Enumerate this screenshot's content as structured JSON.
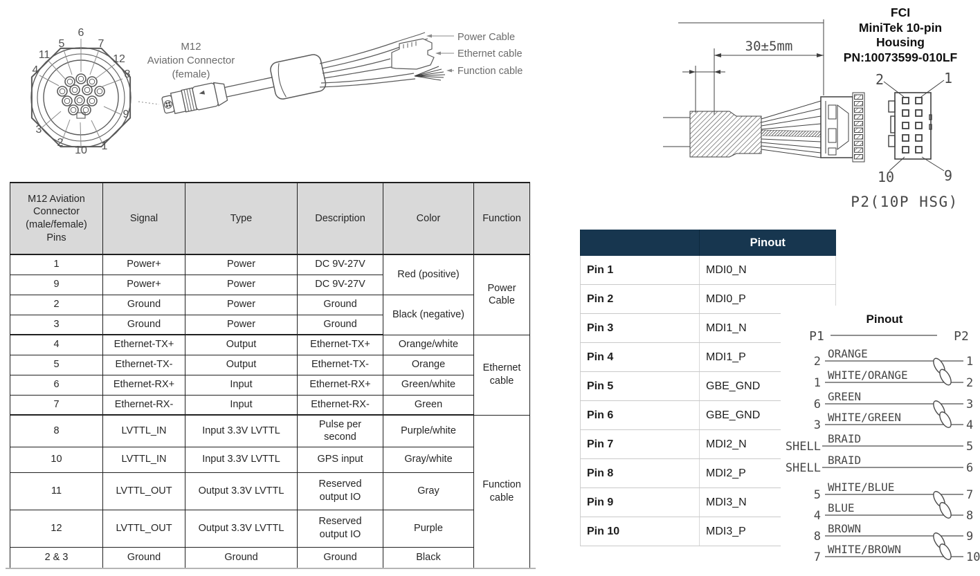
{
  "colors": {
    "table_header_bg": "#d9d9d9",
    "pinout_header_bg": "#17364f",
    "line_art": "#4a4a4a",
    "label_gray": "#6b6b6b",
    "border_dark": "#1f1f1f"
  },
  "left_diagram": {
    "title_lines": [
      "M12",
      "Aviation Connector",
      "(female)"
    ],
    "pin_labels": [
      "6",
      "5",
      "7",
      "11",
      "12",
      "4",
      "8",
      "3",
      "9",
      "2",
      "10",
      "1"
    ],
    "cable_labels": [
      "Power Cable",
      "Ethernet cable",
      "Function cable"
    ]
  },
  "m12_table": {
    "headers": {
      "pins": "M12 Aviation\nConnector\n(male/female)\nPins",
      "signal": "Signal",
      "type": "Type",
      "description": "Description",
      "color": "Color",
      "function": "Function"
    },
    "rows": [
      {
        "pin": "1",
        "signal": "Power+",
        "type": "Power",
        "desc": "DC 9V-27V"
      },
      {
        "pin": "9",
        "signal": "Power+",
        "type": "Power",
        "desc": "DC 9V-27V"
      },
      {
        "pin": "2",
        "signal": "Ground",
        "type": "Power",
        "desc": "Ground"
      },
      {
        "pin": "3",
        "signal": "Ground",
        "type": "Power",
        "desc": "Ground"
      },
      {
        "pin": "4",
        "signal": "Ethernet-TX+",
        "type": "Output",
        "desc": "Ethernet-TX+",
        "color": "Orange/white"
      },
      {
        "pin": "5",
        "signal": "Ethernet-TX-",
        "type": "Output",
        "desc": "Ethernet-TX-",
        "color": "Orange"
      },
      {
        "pin": "6",
        "signal": "Ethernet-RX+",
        "type": "Input",
        "desc": "Ethernet-RX+",
        "color": "Green/white"
      },
      {
        "pin": "7",
        "signal": "Ethernet-RX-",
        "type": "Input",
        "desc": "Ethernet-RX-",
        "color": "Green"
      },
      {
        "pin": "8",
        "signal": "LVTTL_IN",
        "type": "Input 3.3V LVTTL",
        "desc": "Pulse per\nsecond",
        "color": "Purple/white"
      },
      {
        "pin": "10",
        "signal": "LVTTL_IN",
        "type": "Input 3.3V LVTTL",
        "desc": "GPS input",
        "color": "Gray/white"
      },
      {
        "pin": "11",
        "signal": "LVTTL_OUT",
        "type": "Output 3.3V LVTTL",
        "desc": "Reserved\noutput IO",
        "color": "Gray"
      },
      {
        "pin": "12",
        "signal": "LVTTL_OUT",
        "type": "Output 3.3V LVTTL",
        "desc": "Reserved\noutput IO",
        "color": "Purple"
      },
      {
        "pin": "2 & 3",
        "signal": "Ground",
        "type": "Ground",
        "desc": "Ground",
        "color": "Black"
      }
    ],
    "merged": {
      "color_red": "Red (positive)",
      "color_black": "Black (negative)",
      "fn_power": "Power\nCable",
      "fn_ethernet": "Ethernet\ncable",
      "fn_function": "Function\ncable"
    }
  },
  "housing_drawing": {
    "title_lines": [
      "FCI",
      "MiniTek 10-pin",
      "Housing",
      "PN:10073599-010LF"
    ],
    "dimension_label": "30±5mm",
    "pin_top_left": "2",
    "pin_top_right": "1",
    "pin_bottom_left": "10",
    "pin_bottom_right": "9",
    "caption": "P2(10P HSG)"
  },
  "pinout_table": {
    "title": "Pinout",
    "rows": [
      {
        "pin": "Pin 1",
        "signal": "MDI0_N"
      },
      {
        "pin": "Pin 2",
        "signal": "MDI0_P"
      },
      {
        "pin": "Pin 3",
        "signal": "MDI1_N"
      },
      {
        "pin": "Pin 4",
        "signal": "MDI1_P"
      },
      {
        "pin": "Pin 5",
        "signal": "GBE_GND"
      },
      {
        "pin": "Pin 6",
        "signal": "GBE_GND"
      },
      {
        "pin": "Pin 7",
        "signal": "MDI2_N"
      },
      {
        "pin": "Pin 8",
        "signal": "MDI2_P"
      },
      {
        "pin": "Pin 9",
        "signal": "MDI3_N"
      },
      {
        "pin": "Pin 10",
        "signal": "MDI3_P"
      }
    ]
  },
  "wiring_diagram": {
    "title": "Pinout",
    "p1": "P1",
    "p2": "P2",
    "wires": [
      {
        "from": "2",
        "color": "ORANGE",
        "to": "1"
      },
      {
        "from": "1",
        "color": "WHITE/ORANGE",
        "to": "2"
      },
      {
        "from": "6",
        "color": "GREEN",
        "to": "3"
      },
      {
        "from": "3",
        "color": "WHITE/GREEN",
        "to": "4"
      },
      {
        "from": "SHELL",
        "color": "BRAID",
        "to": "5"
      },
      {
        "from": "SHELL",
        "color": "BRAID",
        "to": "6"
      },
      {
        "from": "5",
        "color": "WHITE/BLUE",
        "to": "7"
      },
      {
        "from": "4",
        "color": "BLUE",
        "to": "8"
      },
      {
        "from": "8",
        "color": "BROWN",
        "to": "9"
      },
      {
        "from": "7",
        "color": "WHITE/BROWN",
        "to": "10"
      }
    ]
  }
}
